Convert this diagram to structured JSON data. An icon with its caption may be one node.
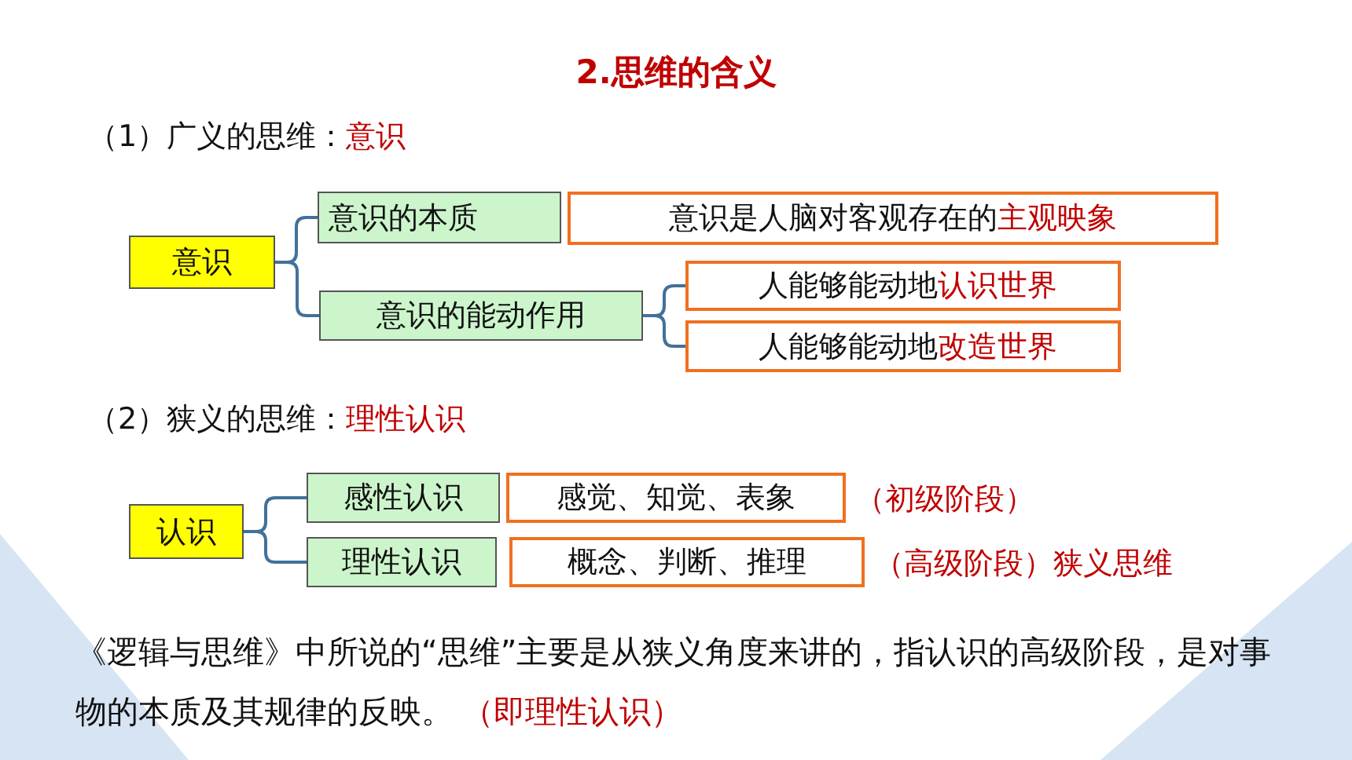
{
  "diagram": {
    "title": "2.思维的含义",
    "nodes": [
      {
        "text": [
          "意识"
        ]
      },
      {
        "text": [
          "意识的本质"
        ]
      },
      {
        "text": [
          "意识是人脑对客观存在的",
          "主观映象"
        ]
      },
      {
        "text": [
          "意识的能动作用"
        ]
      },
      {
        "text": [
          "人能够能动地",
          "认识世界"
        ]
      },
      {
        "text": [
          "人能够能动地",
          "改造世界"
        ]
      },
      {
        "text": [
          "认识"
        ]
      },
      {
        "text": [
          "感性认识"
        ]
      },
      {
        "text": [
          "感觉、知觉、表象"
        ],
        "beside": [
          "（初级阶段）"
        ]
      },
      {
        "text": [
          "理性认识"
        ]
      },
      {
        "text": [
          "概念、判断、推理"
        ],
        "beside": [
          "（高级阶段）狭义思维"
        ]
      }
    ],
    "edges": [
      {
        "from": 0,
        "to": 1,
        "arrow": "none"
      },
      {
        "from": 0,
        "to": 3,
        "arrow": "none"
      },
      {
        "from": 3,
        "to": 4,
        "arrow": "none"
      },
      {
        "from": 3,
        "to": 5,
        "arrow": "none"
      },
      {
        "from": 6,
        "to": 7,
        "arrow": "none"
      },
      {
        "from": 6,
        "to": 9,
        "arrow": "none"
      }
    ],
    "labels": [
      "（1）广义的思维：",
      "意识",
      "（2）狭义的思维：",
      "理性认识",
      "《逻辑与思维》中所说的“思维”主要是从狭义角度来讲的，指认识的高级阶段，是对事物的本质及其规律的反映。",
      "（即理性认识）"
    ]
  }
}
